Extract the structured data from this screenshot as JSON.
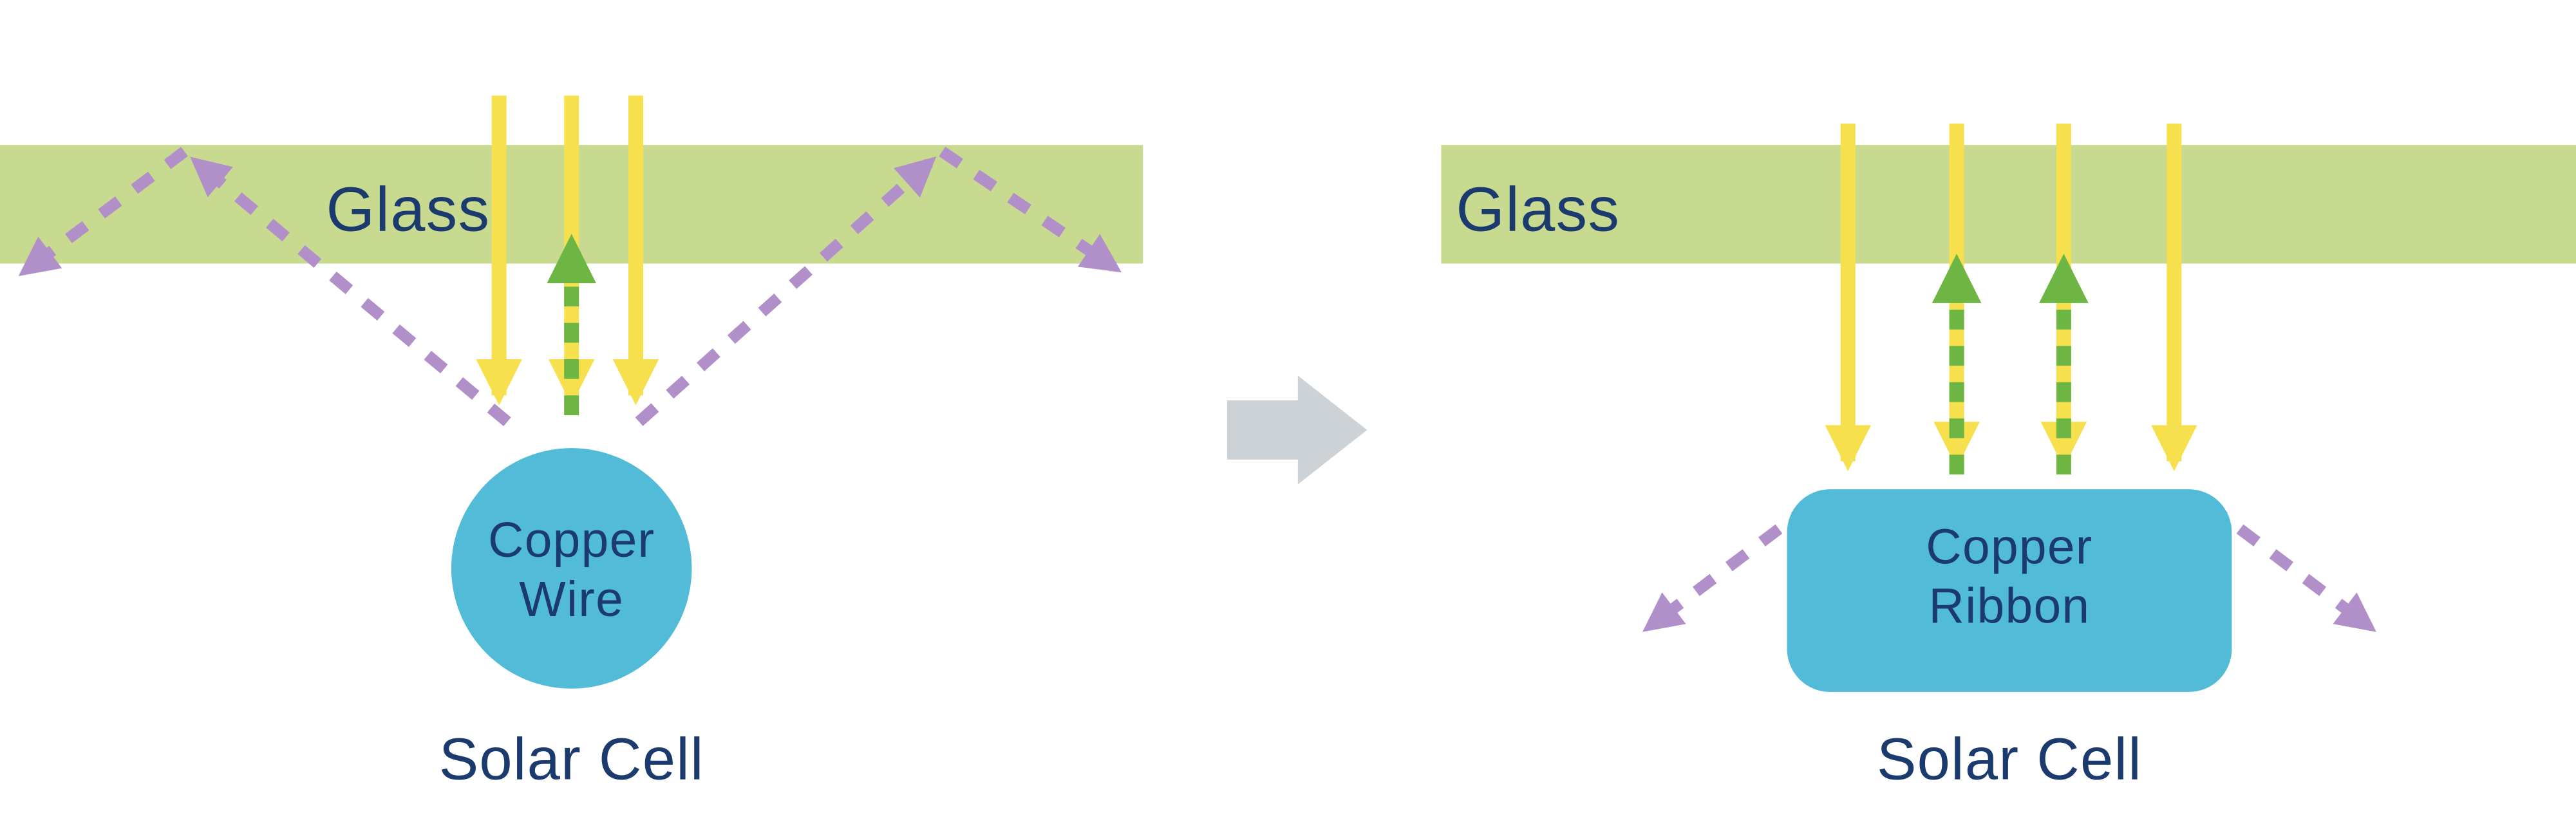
{
  "colors": {
    "glass_green": "#c8da8f",
    "navy_text": "#1b3b6f",
    "sunlight_yellow": "#f6e04e",
    "transmitted_green": "#6eb644",
    "escaped_purple": "#b190c9",
    "copper_blue": "#52bbd8",
    "transition_gray": "#ccd2d5",
    "background": "#ffffff"
  },
  "left_panel": {
    "glass_label": "Glass",
    "component_label_lines": [
      "Copper",
      "Wire"
    ],
    "cell_label": "Solar Cell"
  },
  "right_panel": {
    "glass_label": "Glass",
    "component_label_lines": [
      "Copper",
      "Ribbon"
    ],
    "cell_label": "Solar Cell"
  }
}
